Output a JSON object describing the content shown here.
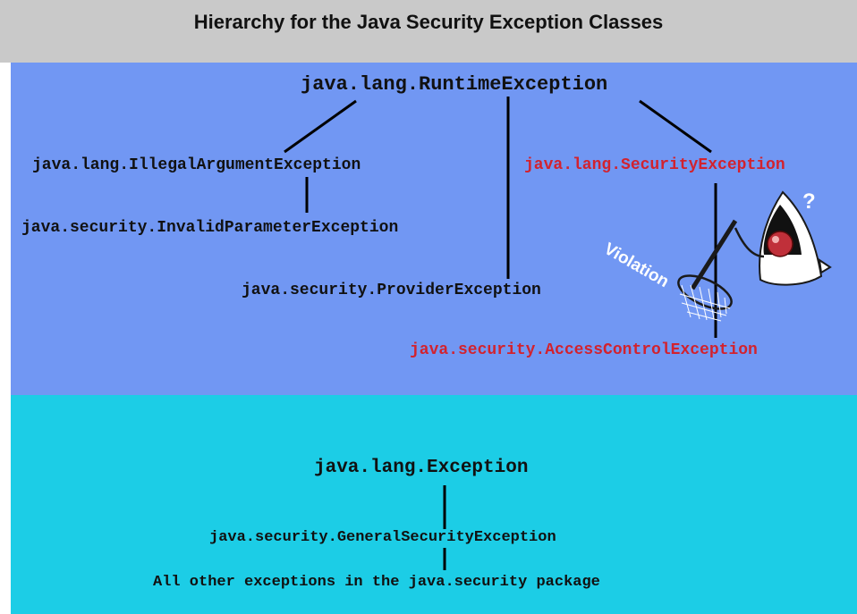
{
  "title": "Hierarchy for the Java Security Exception Classes",
  "runtime_tree": {
    "root": "java.lang.RuntimeException",
    "illegal_argument": "java.lang.IllegalArgumentException",
    "invalid_parameter": "java.security.InvalidParameterException",
    "provider": "java.security.ProviderException",
    "security": "java.lang.SecurityException",
    "access_control": "java.security.AccessControlException"
  },
  "illustration": {
    "net_label": "Violation",
    "question_mark": "?"
  },
  "exception_tree": {
    "root": "java.lang.Exception",
    "general_security": "java.security.GeneralSecurityException",
    "others": "All other exceptions in the java.security package"
  },
  "colors": {
    "title_band": "#c9c9c9",
    "runtime_panel": "#7197f3",
    "exception_panel": "#1ccde6",
    "highlight_text": "#d2222e"
  }
}
